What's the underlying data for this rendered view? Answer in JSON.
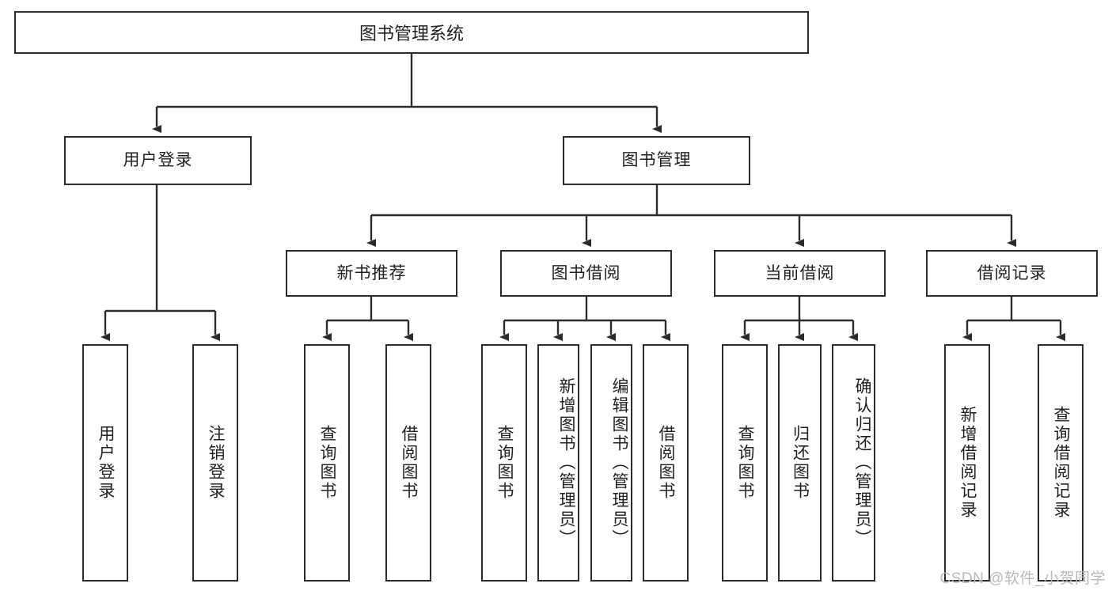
{
  "diagram": {
    "title": "图书管理系统",
    "root": {
      "label": "图书管理系统"
    },
    "level2": [
      {
        "label": "用户登录"
      },
      {
        "label": "图书管理"
      }
    ],
    "level3": [
      {
        "label": "新书推荐"
      },
      {
        "label": "图书借阅"
      },
      {
        "label": "当前借阅"
      },
      {
        "label": "借阅记录"
      }
    ],
    "leaves": {
      "user_login": [
        {
          "label": "用户登录"
        },
        {
          "label": "注销登录"
        }
      ],
      "new_book_recommend": [
        {
          "label": "查询图书"
        },
        {
          "label": "借阅图书"
        }
      ],
      "book_borrow": [
        {
          "label": "查询图书"
        },
        {
          "label": "新增图书（管理员）"
        },
        {
          "label": "编辑图书（管理员）"
        },
        {
          "label": "借阅图书"
        }
      ],
      "current_borrow": [
        {
          "label": "查询图书"
        },
        {
          "label": "归还图书"
        },
        {
          "label": "确认归还（管理员）"
        }
      ],
      "borrow_record": [
        {
          "label": "新增借阅记录"
        },
        {
          "label": "查询借阅记录"
        }
      ]
    }
  },
  "watermark": {
    "text": "CSDN @软件_小贺同学"
  },
  "colors": {
    "box_border": "#2b2b2b",
    "box_fill": "#ffffff",
    "text": "#1f1f1f",
    "edge": "#2b2b2b",
    "watermark": "#b9b9b9",
    "background": "#ffffff"
  }
}
